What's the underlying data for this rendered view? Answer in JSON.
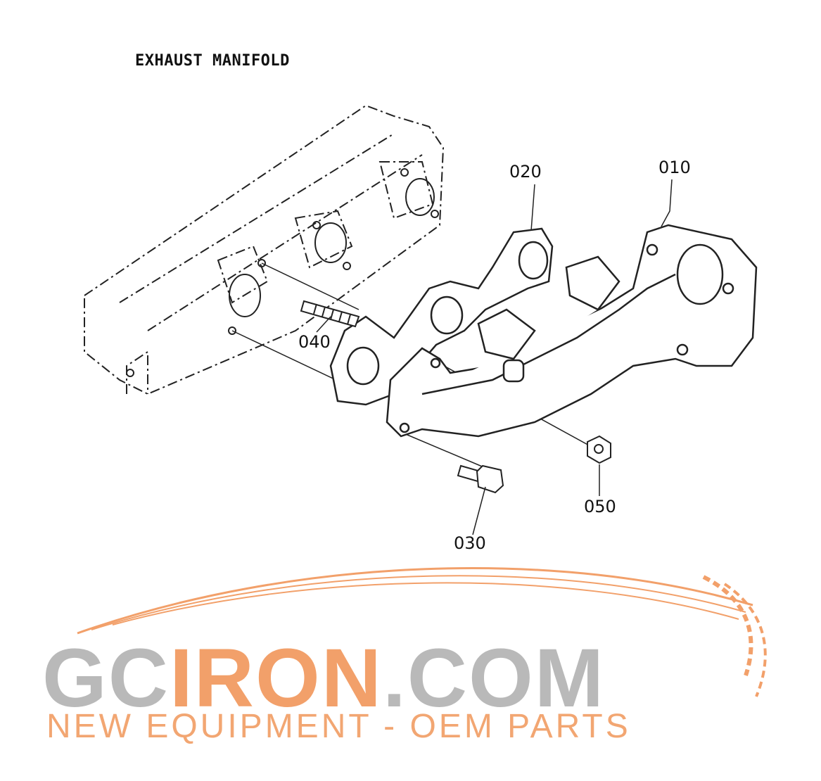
{
  "title": "EXHAUST MANIFOLD",
  "callouts": {
    "p010": "010",
    "p020": "020",
    "p030": "030",
    "p040": "040",
    "p050": "050"
  },
  "logo": {
    "part1": "GC",
    "part2": "IRON",
    "part3": ".COM",
    "tagline": "NEW EQUIPMENT - OEM PARTS",
    "gray_color": "#b9b9b9",
    "orange_color": "#f2a06a"
  }
}
